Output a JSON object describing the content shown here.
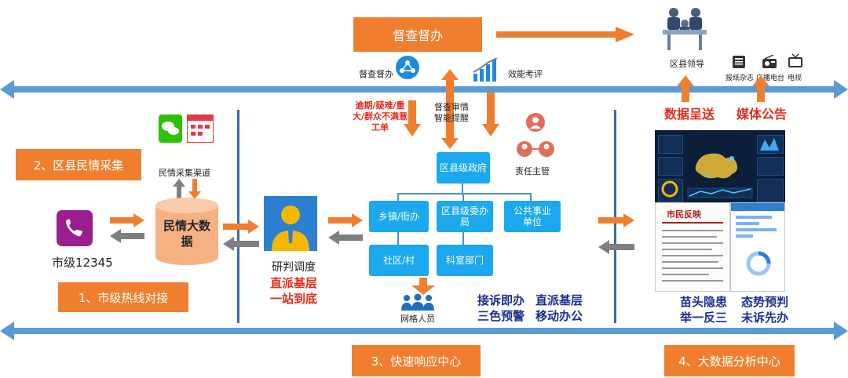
{
  "nodes": {
    "supervision_box": "督查督办",
    "supervision_icon_label": "督查督办",
    "efficiency_label": "效能考评",
    "leaders_label": "区县领导",
    "newspaper_label": "报纸杂志",
    "radio_label": "广播电台",
    "tv_label": "电视",
    "collection_box": "2、区县民情采集",
    "channel_label": "民情采集渠道",
    "big_data": "民情大数据",
    "hotline_label": "市级12345",
    "hotline_box": "1、市级热线对接",
    "dispatch_label": "研判调度",
    "dispatch_red1": "直派基层",
    "dispatch_red2": "一站到底",
    "county_gov": "区县级政府",
    "town": "乡镇/街办",
    "county_committee": "区县级委办局",
    "public_unit": "公共事业单位",
    "community": "社区/村",
    "department": "科室部门",
    "grid_staff": "网格人员",
    "responsible": "责任主管",
    "overdue_note": "逾期/疑难/重大/群众不满意工单",
    "supervision_note": "督查审情智能提醒",
    "feature_1a": "接诉即办",
    "feature_1b": "三色预警",
    "feature_2a": "直派基层",
    "feature_2b": "移动办公",
    "data_push": "数据呈送",
    "media_notice": "媒体公告",
    "analysis_1a": "苗头隐患",
    "analysis_1b": "举一反三",
    "analysis_2a": "态势预判",
    "analysis_2b": "未诉先办",
    "response_center": "3、快速响应中心",
    "analysis_center": "4、大数据分析中心",
    "newspaper_headline": "市民反映"
  },
  "colors": {
    "orange": "#ef7f2f",
    "blue_box": "#1ba8ec",
    "band": "#5b9bd5",
    "red_text": "#e52b1a",
    "navy_text": "#1c2f8f",
    "grey_arrow": "#7f7f7f"
  },
  "icons": [
    "phone-icon",
    "wechat-icon",
    "calendar-app-icon",
    "database-icon",
    "dispatcher-avatar-icon",
    "people-network-icon",
    "bar-chart-icon",
    "responsible-people-icon",
    "grid-staff-icon",
    "meeting-icon",
    "newspaper-icon",
    "radio-icon",
    "tv-icon"
  ]
}
